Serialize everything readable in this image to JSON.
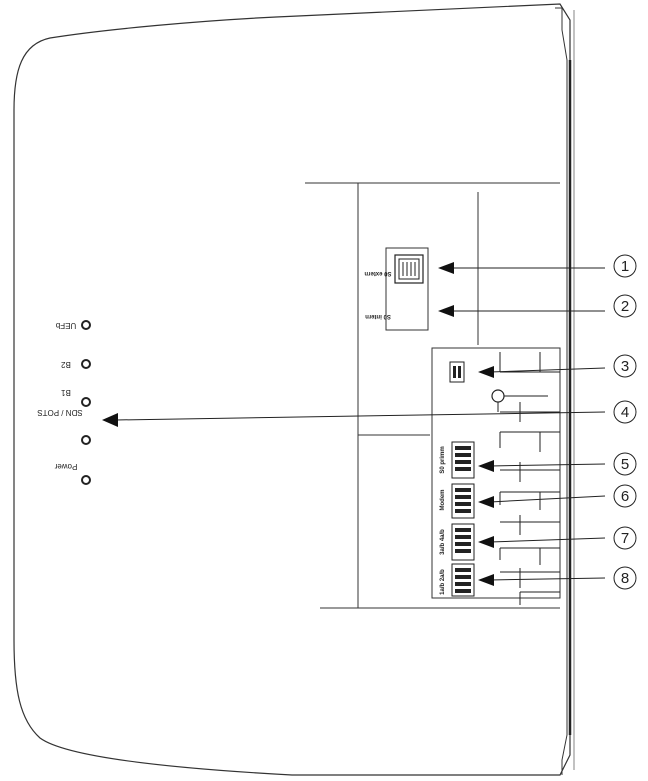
{
  "leds": [
    {
      "label": "UEFb"
    },
    {
      "label": "B2"
    },
    {
      "label": "B1"
    },
    {
      "label": "SDN / POTS"
    },
    {
      "label": "Power"
    }
  ],
  "callouts": [
    "1",
    "2",
    "3",
    "4",
    "5",
    "6",
    "7",
    "8"
  ],
  "port_labels": {
    "s0_extern": "S0 extern",
    "s0_intern": "S0 intern",
    "s0_prima": "S0 primm",
    "modem": "Modem",
    "tae_top": "1a/b 2a/b",
    "tae_bottom": "3a/b 4a/b"
  }
}
